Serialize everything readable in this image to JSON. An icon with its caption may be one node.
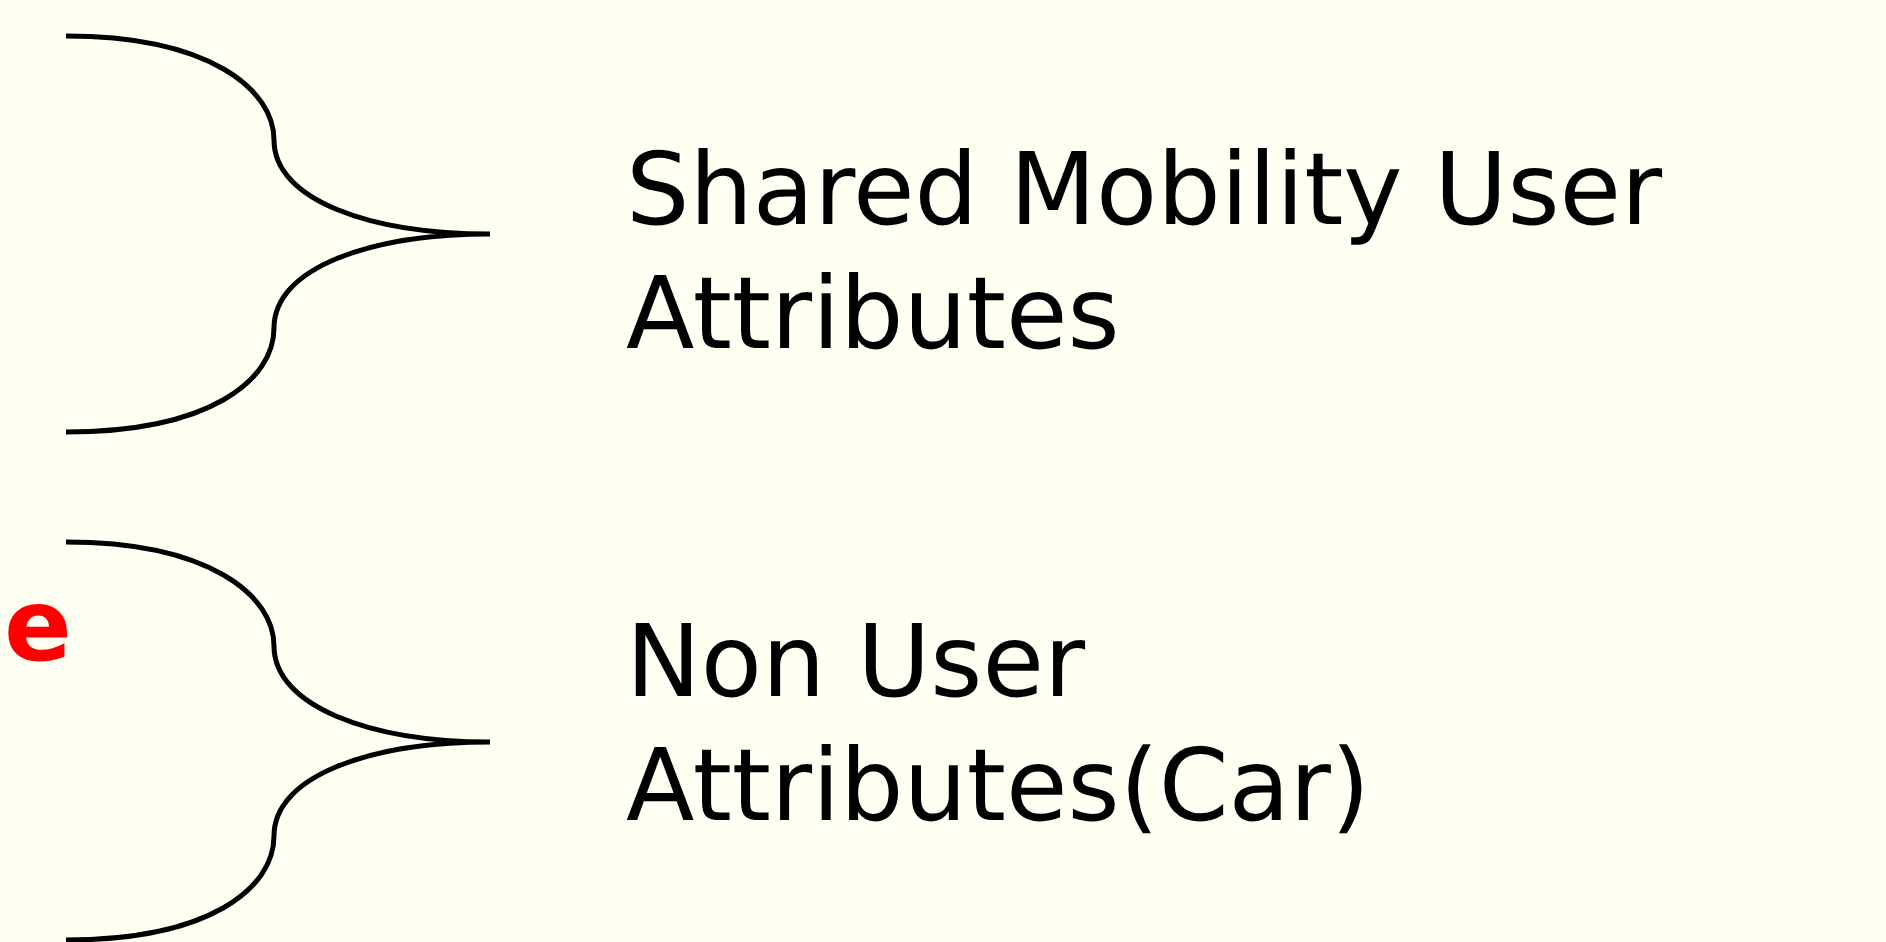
{
  "diagram": {
    "labels": [
      "e",
      "Shared Mobility User Attributes",
      "Non User Attributes(Car)"
    ]
  }
}
